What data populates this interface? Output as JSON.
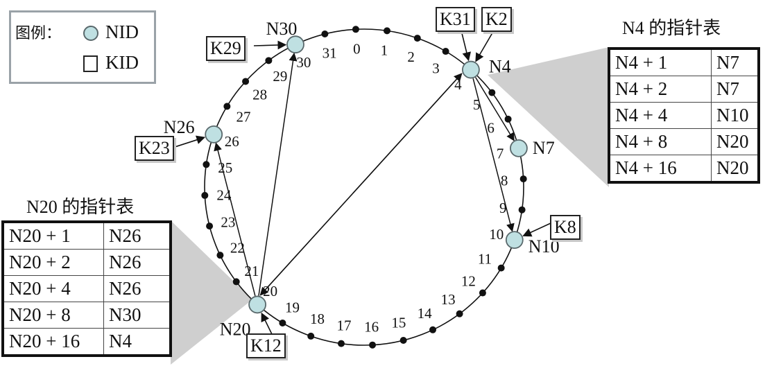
{
  "legend": {
    "title": "图例：",
    "node_label": "NID",
    "key_label": "KID"
  },
  "ring": {
    "positions": [
      "0",
      "1",
      "2",
      "3",
      "4",
      "5",
      "6",
      "7",
      "8",
      "9",
      "10",
      "11",
      "12",
      "13",
      "14",
      "15",
      "16",
      "17",
      "18",
      "19",
      "20",
      "21",
      "22",
      "23",
      "24",
      "25",
      "26",
      "27",
      "28",
      "29",
      "30",
      "31"
    ],
    "nodes": [
      {
        "id": 4,
        "label": "N4"
      },
      {
        "id": 7,
        "label": "N7"
      },
      {
        "id": 10,
        "label": "N10"
      },
      {
        "id": 20,
        "label": "N20"
      },
      {
        "id": 26,
        "label": "N26"
      },
      {
        "id": 30,
        "label": "N30"
      }
    ],
    "keys": [
      {
        "id": 31,
        "label": "K31",
        "node": "N4"
      },
      {
        "id": 2,
        "label": "K2",
        "node": "N4"
      },
      {
        "id": 29,
        "label": "K29",
        "node": "N30"
      },
      {
        "id": 23,
        "label": "K23",
        "node": "N26"
      },
      {
        "id": 8,
        "label": "K8",
        "node": "N10"
      },
      {
        "id": 12,
        "label": "K12",
        "node": "N20"
      }
    ],
    "finger_edges": [
      {
        "from": "N4",
        "to": "N7"
      },
      {
        "from": "N4",
        "to": "N10"
      },
      {
        "from": "N4",
        "to": "N20"
      },
      {
        "from": "N20",
        "to": "N26"
      },
      {
        "from": "N20",
        "to": "N30"
      },
      {
        "from": "N20",
        "to": "N4"
      }
    ]
  },
  "finger_tables": [
    {
      "title": "N4 的指针表",
      "rows": [
        {
          "start": "N4 + 1",
          "succ": "N7"
        },
        {
          "start": "N4 + 2",
          "succ": "N7"
        },
        {
          "start": "N4 + 4",
          "succ": "N10"
        },
        {
          "start": "N4 + 8",
          "succ": "N20"
        },
        {
          "start": "N4 + 16",
          "succ": "N20"
        }
      ]
    },
    {
      "title": "N20 的指针表",
      "rows": [
        {
          "start": "N20 + 1",
          "succ": "N26"
        },
        {
          "start": "N20 + 2",
          "succ": "N26"
        },
        {
          "start": "N20 + 4",
          "succ": "N26"
        },
        {
          "start": "N20 + 8",
          "succ": "N30"
        },
        {
          "start": "N20 + 16",
          "succ": "N4"
        }
      ]
    }
  ],
  "colors": {
    "node_fill": "#bfe0e2",
    "node_stroke": "#59686b",
    "ring_stroke": "#111111",
    "callout_gray": "#cfcfcf",
    "legend_border": "#9aa2a8"
  }
}
